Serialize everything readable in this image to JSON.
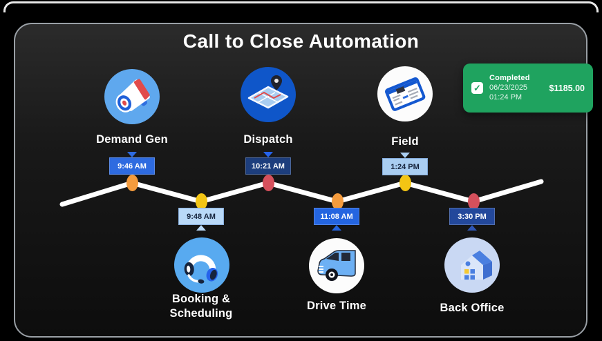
{
  "title": "Call to Close Automation",
  "completed_card": {
    "status_label": "Completed",
    "datetime": "06/23/2025 01:24 PM",
    "amount": "$1185.00",
    "background": "#1fa35f",
    "check_glyph": "✓"
  },
  "stages": [
    {
      "label": "Demand Gen",
      "time": "9:46 AM",
      "row": "top",
      "icon": "megaphone",
      "badge_bg": "#2e6be0",
      "badge_fg": "#ffffff",
      "pointer_color": "#2e6be0",
      "dot_color": "#f49b3d"
    },
    {
      "label": "Booking & Scheduling",
      "time": "9:48 AM",
      "row": "bottom",
      "icon": "headset",
      "badge_bg": "#b9d9f8",
      "badge_fg": "#16243d",
      "pointer_color": "#b9d9f8",
      "dot_color": "#f3c514"
    },
    {
      "label": "Dispatch",
      "time": "10:21 AM",
      "row": "top",
      "icon": "map-pin",
      "badge_bg": "#1d3e7d",
      "badge_fg": "#ffffff",
      "pointer_color": "#2563eb",
      "dot_color": "#d5505c"
    },
    {
      "label": "Drive Time",
      "time": "11:08 AM",
      "row": "bottom",
      "icon": "truck",
      "badge_bg": "#2465e0",
      "badge_fg": "#ffffff",
      "pointer_color": "#2465e0",
      "dot_color": "#f49b3d"
    },
    {
      "label": "Field",
      "time": "1:24 PM",
      "row": "top",
      "icon": "tablet",
      "badge_bg": "#a9cdf1",
      "badge_fg": "#16243d",
      "pointer_color": "#a9cdf1",
      "dot_color": "#f3c514"
    },
    {
      "label": "Back Office",
      "time": "3:30 PM",
      "row": "bottom",
      "icon": "house",
      "badge_bg": "#23489b",
      "badge_fg": "#ffffff",
      "pointer_color": "#2f56b5",
      "dot_color": "#d5505c"
    }
  ],
  "timeline": {
    "line_color": "#ffffff"
  }
}
